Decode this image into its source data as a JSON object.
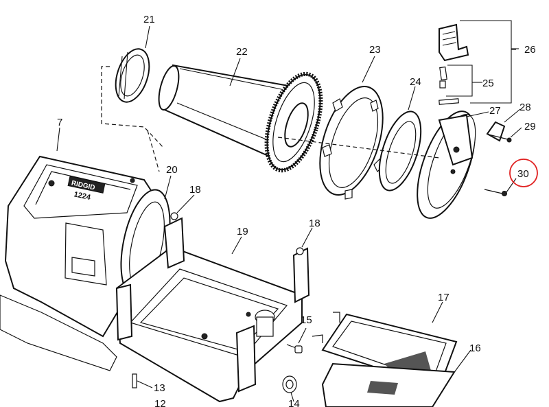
{
  "diagram": {
    "logo_text": "RIDGID",
    "model_text": "1224",
    "callouts": [
      {
        "id": "21",
        "label": "21"
      },
      {
        "id": "22",
        "label": "22"
      },
      {
        "id": "23",
        "label": "23"
      },
      {
        "id": "24",
        "label": "24"
      },
      {
        "id": "25",
        "label": "25"
      },
      {
        "id": "26",
        "label": "26"
      },
      {
        "id": "27",
        "label": "27"
      },
      {
        "id": "28",
        "label": "28"
      },
      {
        "id": "29",
        "label": "29"
      },
      {
        "id": "30",
        "label": "30"
      },
      {
        "id": "7",
        "label": "7"
      },
      {
        "id": "20",
        "label": "20"
      },
      {
        "id": "18a",
        "label": "18"
      },
      {
        "id": "19",
        "label": "19"
      },
      {
        "id": "18b",
        "label": "18"
      },
      {
        "id": "17",
        "label": "17"
      },
      {
        "id": "15",
        "label": "15"
      },
      {
        "id": "16",
        "label": "16"
      },
      {
        "id": "13",
        "label": "13"
      },
      {
        "id": "14",
        "label": "14"
      },
      {
        "id": "12",
        "label": "12"
      }
    ],
    "highlight": {
      "callout": "30",
      "color": "#e02020"
    }
  }
}
